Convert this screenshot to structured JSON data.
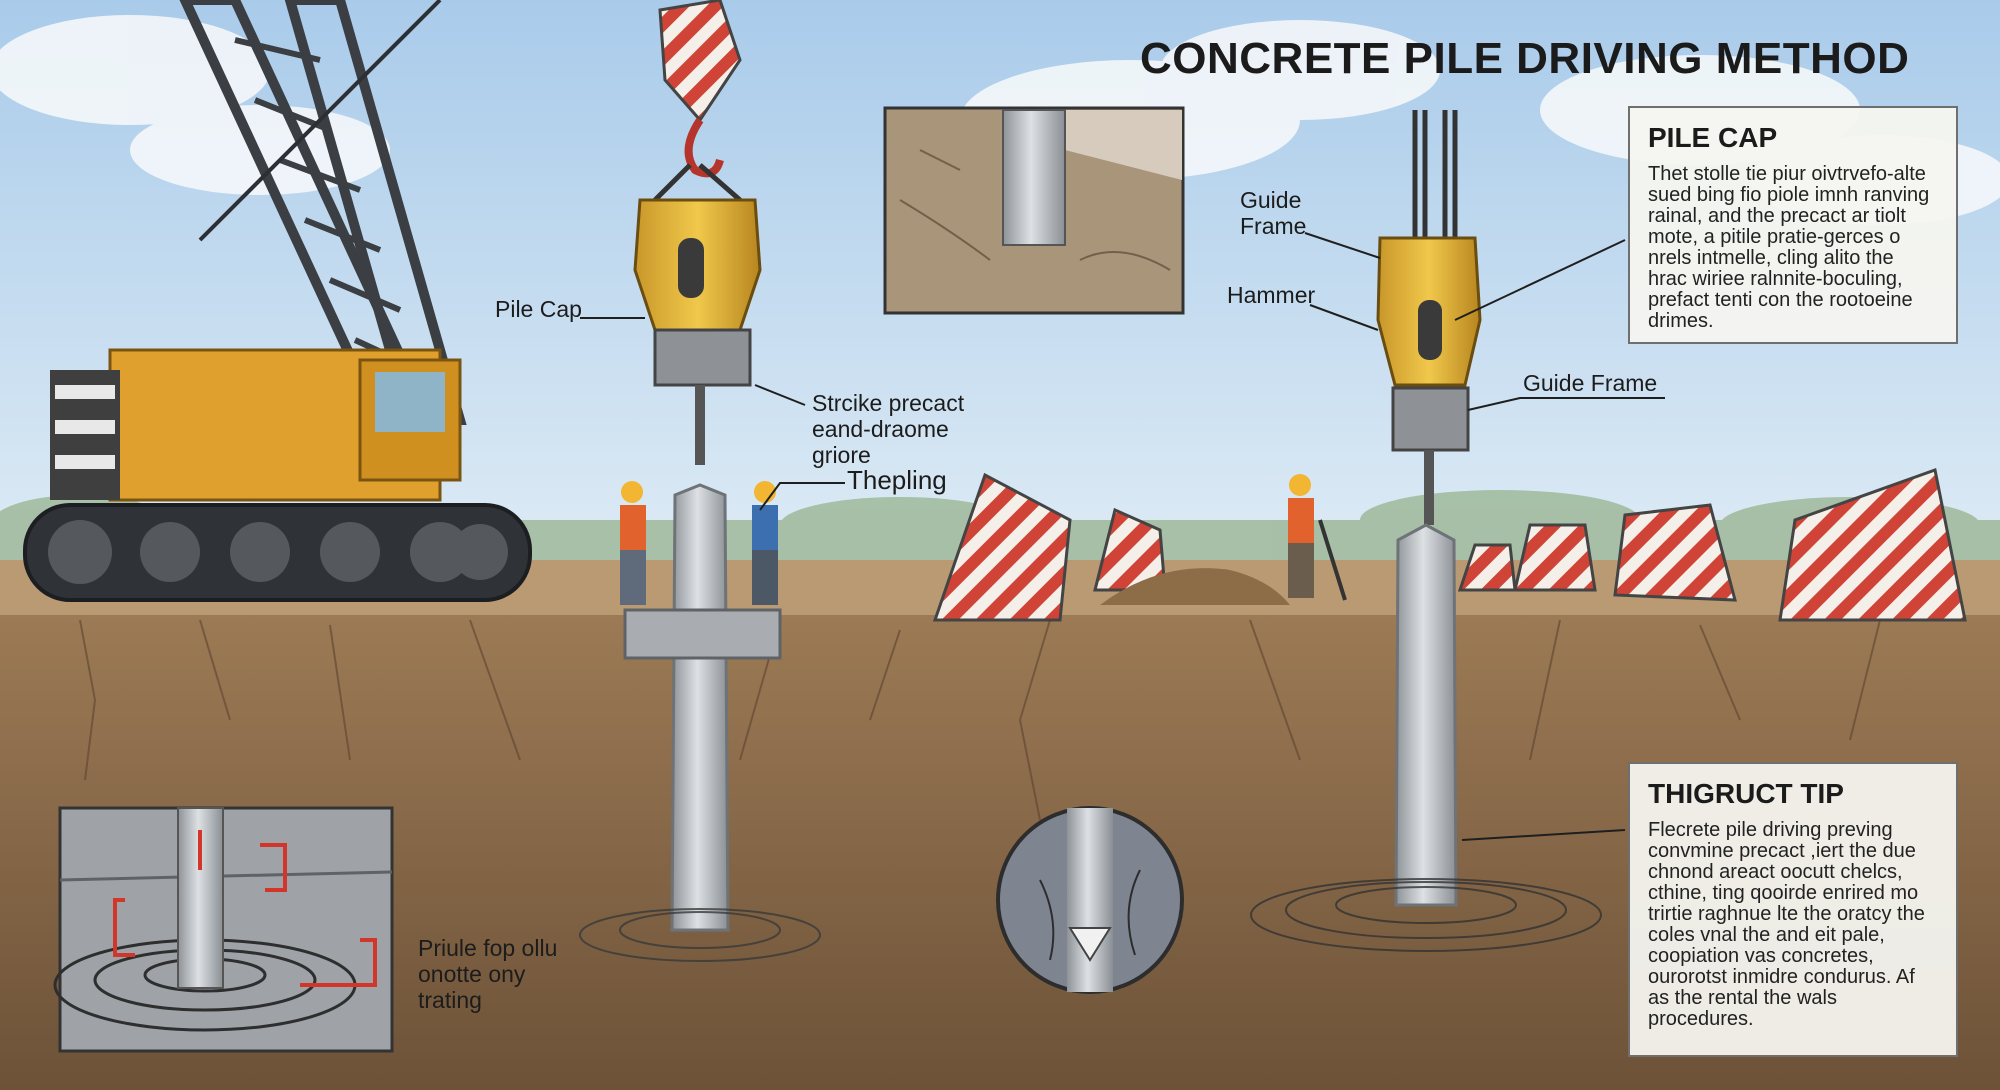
{
  "title": "CONCRETE PILE DRIVING METHOD",
  "labels": {
    "pile_cap_left": "Pile Cap",
    "strike_note": "Strcike precact eand-draome griore",
    "thepling": "Thepling",
    "guide_frame_top": "Guide Frame",
    "hammer": "Hammer",
    "guide_frame_right": "Guide Frame",
    "bottom_note": "Priule fop ollu onotte ony trating"
  },
  "pile_cap_box": {
    "heading": "PILE CAP",
    "body": "Thet stolle tie piur oivtrvefo-alte sued bing fio piole imnh ranving rainal, and the precact ar tiolt mote, a pitile pratie-gerces o nrels intmelle, cling alito the hrac wiriee ralnnite-boculing, prefact tenti con the rootoeine drimes."
  },
  "tip_box": {
    "heading": "THIGRUCT TIP",
    "body": "Flecrete pile driving preving convmine precact ,iert the due chnond areact oocutt chelcs, cthine, ting qooirde enrired mo trirtie raghnue lte the oratcy the coles vnal the and eit pale, coopiation vas concretes, ourorotst inmidre condurus. Af as the rental the wals procedures."
  },
  "colors": {
    "sky": "#cfe3f3",
    "soil": "#8a6a48",
    "hammer": "#e0b43a",
    "concrete": "#b9bec3",
    "warning_red": "#d0463a",
    "crane_yellow": "#e0a02e"
  }
}
